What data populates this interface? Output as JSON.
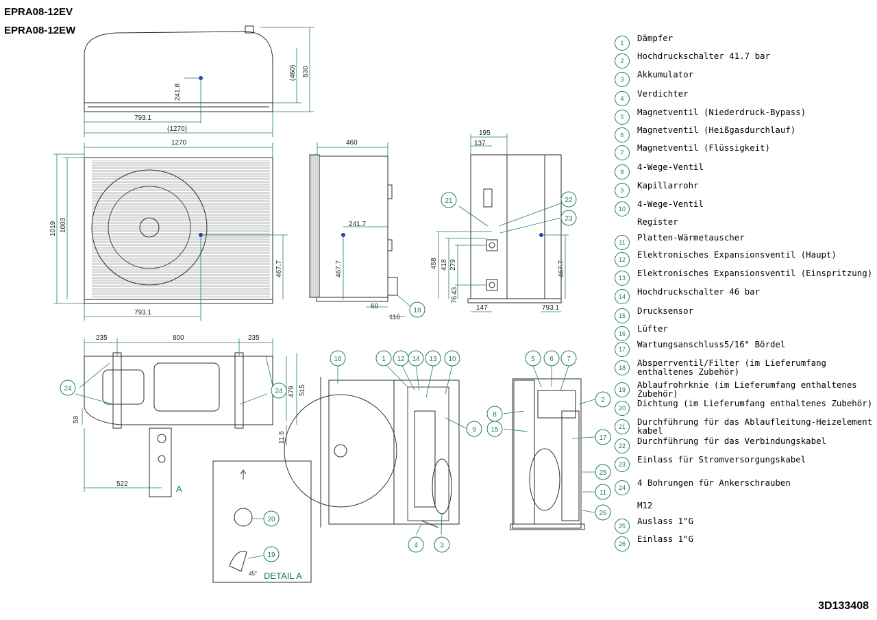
{
  "header": {
    "line1": "EPRA08-12EV",
    "line2": "EPRA08-12EW"
  },
  "doc_number": "3D133408",
  "dims": {
    "top_h_outer": "530",
    "top_h_inner": "(460)",
    "top_center": "241.8",
    "top_w1": "793.1",
    "top_w2": "(1270)",
    "front_w": "1270",
    "front_h1": "1019",
    "front_h2": "1003",
    "front_c": "467.7",
    "front_b": "793.1",
    "side_w": "460",
    "side_c": "241.7",
    "side_h": "467.7",
    "side_b1": "60",
    "side_b2": "116",
    "right_w1": "195",
    "right_w2": "137",
    "right_h1": "458",
    "right_h2": "418",
    "right_h3": "279",
    "right_h4": "76",
    "right_h5": "43",
    "right_b1": "147",
    "right_b2": "793.1",
    "right_c": "467.7",
    "base_l": "235",
    "base_m": "800",
    "base_r": "235",
    "base_h1": "479",
    "base_h2": "515",
    "base_s1": "58",
    "base_s2": "11.5",
    "base_b": "522",
    "base_a": "A"
  },
  "detail": {
    "label": "DETAIL A",
    "angle": "45°"
  },
  "legend": [
    {
      "n": "1",
      "text": "Dämpfer"
    },
    {
      "n": "2",
      "text": "Hochdruckschalter 41.7 bar"
    },
    {
      "n": "3",
      "text": "Akkumulator"
    },
    {
      "n": "4",
      "text": "Verdichter"
    },
    {
      "n": "5",
      "text": "Magnetventil (Niederdruck-Bypass)"
    },
    {
      "n": "6",
      "text": "Magnetventil (Heißgasdurchlauf)"
    },
    {
      "n": "7",
      "text": "Magnetventil (Flüssigkeit)"
    },
    {
      "n": "8",
      "text": "4-Wege-Ventil"
    },
    {
      "n": "9",
      "text": "Kapillarrohr"
    },
    {
      "n": "10",
      "text": "4-Wege-Ventil"
    },
    {
      "n": "",
      "text": "Register"
    },
    {
      "n": "11",
      "text": "Platten-Wärmetauscher"
    },
    {
      "n": "12",
      "text": "Elektronisches Expansionsventil (Haupt)"
    },
    {
      "n": "13",
      "text": "Elektronisches Expansionsventil (Einspritzung)"
    },
    {
      "n": "14",
      "text": "Hochdruckschalter 46 bar"
    },
    {
      "n": "15",
      "text": "Drucksensor"
    },
    {
      "n": "16",
      "text": "Lüfter"
    },
    {
      "n": "17",
      "text": "Wartungsanschluss5/16\" Bördel"
    },
    {
      "n": "18",
      "text": "Absperrventil/Filter (im Lieferumfang enthaltenes Zubehör)"
    },
    {
      "n": "19",
      "text": "Ablaufrohrknie (im Lieferumfang enthaltenes Zubehör)"
    },
    {
      "n": "20",
      "text": "Dichtung (im Lieferumfang enthaltenes Zubehör)"
    },
    {
      "n": "21",
      "text": "Durchführung für das Ablaufleitung-Heizelement kabel"
    },
    {
      "n": "22",
      "text": "Durchführung für das Verbindungskabel"
    },
    {
      "n": "23",
      "text": "Einlass für Stromversorgungskabel"
    },
    {
      "n": "24",
      "text": "4 Bohrungen für Ankerschrauben"
    },
    {
      "n": "",
      "text": "M12"
    },
    {
      "n": "25",
      "text": "Auslass 1\"G"
    },
    {
      "n": "26",
      "text": "Einlass 1\"G"
    }
  ],
  "colors": {
    "line": "#2a2a2a",
    "dim": "#1d7a6a",
    "bubble": "#1d7a6a"
  }
}
